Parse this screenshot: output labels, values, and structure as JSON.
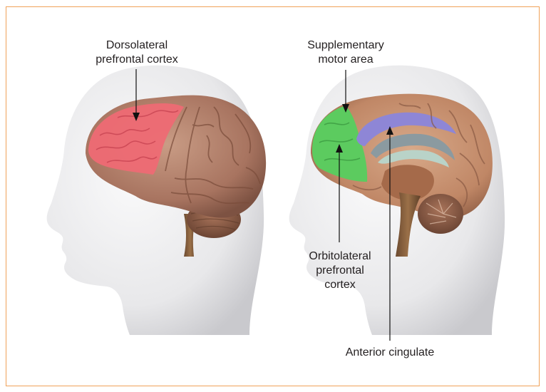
{
  "colors": {
    "frame_border": "#f0a25a",
    "brain": "#b07e6a",
    "dorsolateral_region": "#ee6a74",
    "orbitolateral_region": "#5ccb5f",
    "anterior_cingulate_region": "#8e86d6",
    "head": "#e9e9eb",
    "label_text": "#231f20"
  },
  "figure": {
    "left_view": "lateral-brain-in-head",
    "right_view": "medial-brain-in-head"
  },
  "labels": {
    "dorsolateral": [
      "Dorsolateral",
      "prefrontal cortex"
    ],
    "supplementary": [
      "Supplementary",
      "motor area"
    ],
    "orbitolateral": [
      "Orbitolateral",
      "prefrontal",
      "cortex"
    ],
    "anterior_cingulate": [
      "Anterior cingulate"
    ]
  }
}
